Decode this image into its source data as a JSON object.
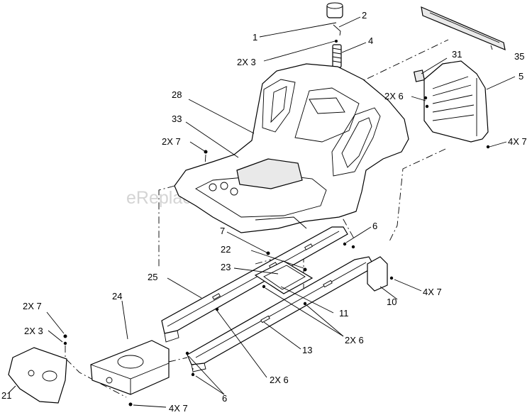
{
  "watermark": "eReplacementParts.com",
  "labels": {
    "l1": "1",
    "l2": "2",
    "l3": "2X 3",
    "l4": "4",
    "l35": "35",
    "l31": "31",
    "l5": "5",
    "l6a": "2X 6",
    "l7a": "4X 7",
    "l28": "28",
    "l33": "33",
    "l7b": "2X 7",
    "l7c": "7",
    "l6b": "6",
    "l22": "22",
    "l23": "23",
    "l25": "25",
    "l7d": "4X 7",
    "l10": "10",
    "l11": "11",
    "l6c": "2X 6",
    "l24": "24",
    "l13": "13",
    "l7e": "2X 7",
    "l3b": "2X 3",
    "l6d": "2X 6",
    "l21": "21",
    "l6e": "6",
    "l7f": "4X 7"
  }
}
